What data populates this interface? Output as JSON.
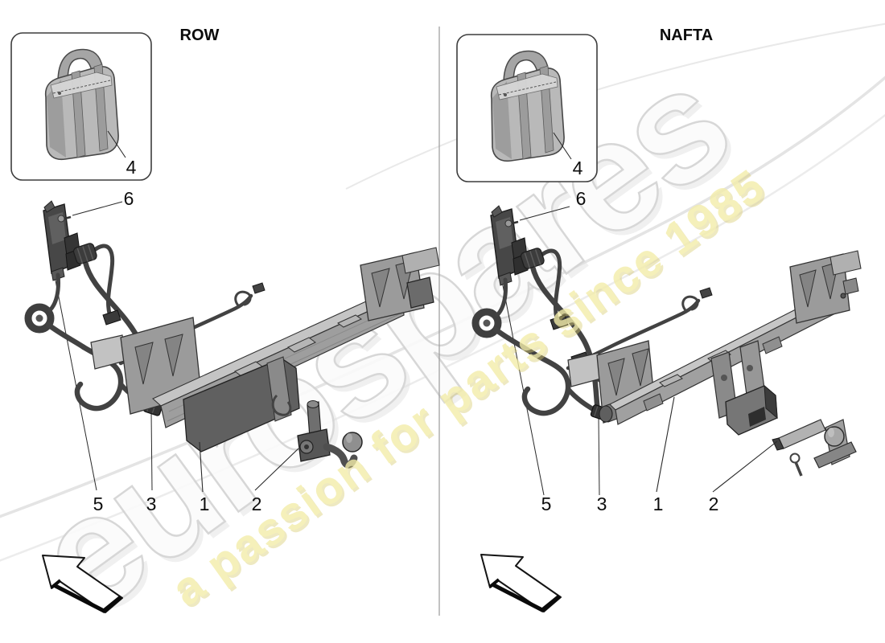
{
  "watermark": {
    "brand": "eurospares",
    "tagline": "a passion for parts since 1985",
    "brand_color": "#fbfbfb",
    "tagline_color": "#f3edaa",
    "tagline_shadow_color": "#d9cc74"
  },
  "divider_color": "#9a9a9a",
  "panels": [
    {
      "region": "ROW",
      "callouts": {
        "kit_bag": "4",
        "fixing_screw": "6",
        "wiring_harness": "5",
        "connector": "3",
        "towbar_crossmember": "1",
        "tow_hook": "2"
      }
    },
    {
      "region": "NAFTA",
      "callouts": {
        "kit_bag": "4",
        "fixing_screw": "6",
        "wiring_harness": "5",
        "connector": "3",
        "towbar_crossmember": "1",
        "tow_hook": "2"
      }
    }
  ],
  "icons": {
    "direction_arrow": "up-left outline arrow"
  }
}
